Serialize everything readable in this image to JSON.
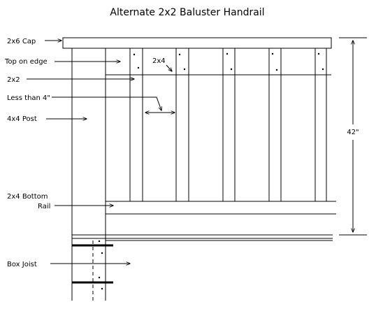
{
  "title": "Alternate  2x2 Baluster Handrail",
  "labels": {
    "cap": "2x6  Cap",
    "top_on_edge": "Top on edge",
    "two_by_four": "2x4",
    "two_by_two": "2x2",
    "less_than": "Less than 4\"",
    "post": "4x4 Post",
    "bottom_rail_line1": "2x4 Bottom",
    "bottom_rail_line2": "Rail",
    "box_joist": "Box Joist",
    "height": "42\""
  }
}
